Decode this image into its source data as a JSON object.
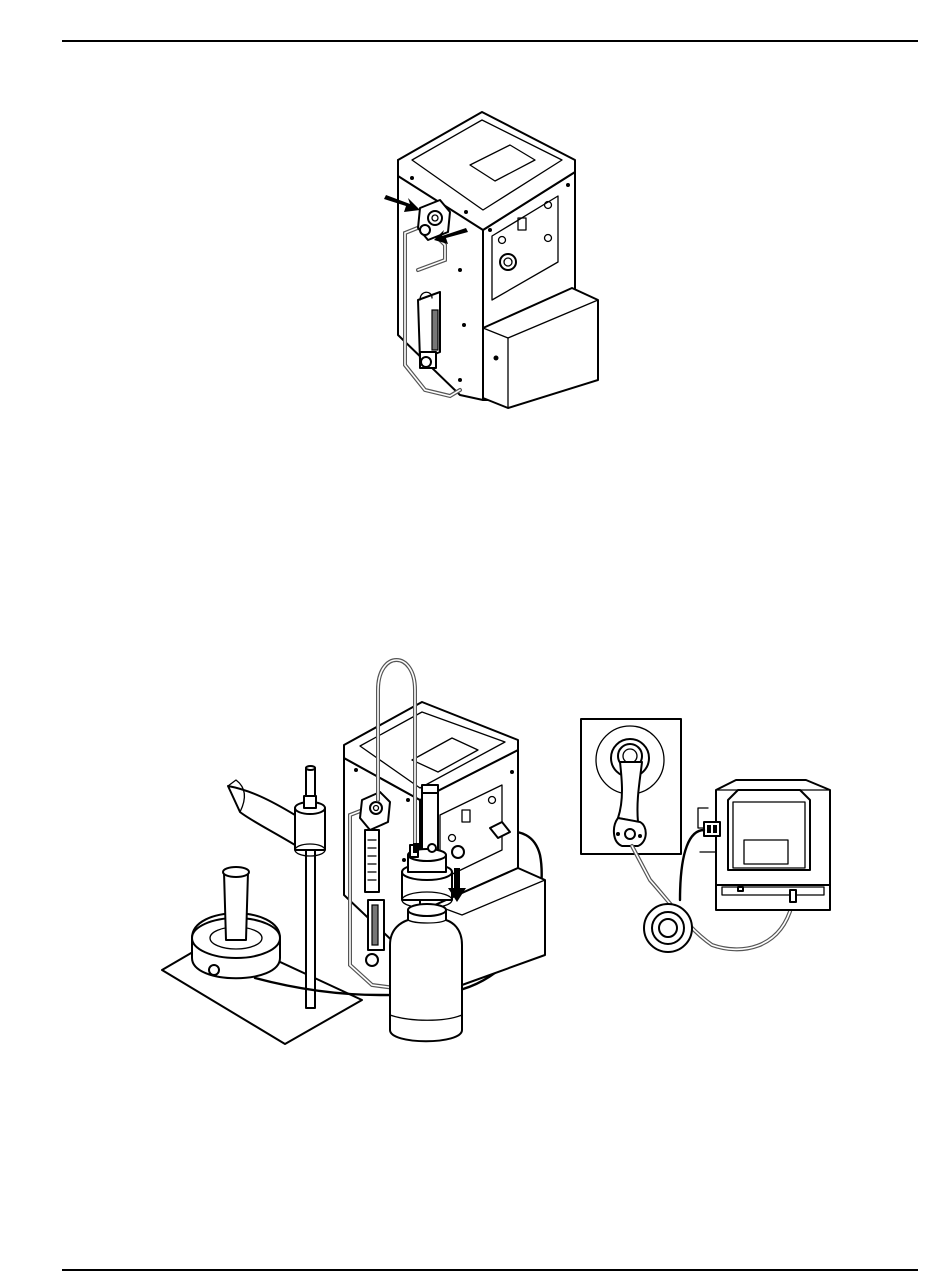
{
  "page": {
    "header_rule": true,
    "footer_rule": true
  },
  "figures": [
    {
      "id": "figure-1",
      "description_icon": "titrator-side-view-pump-arrows",
      "arrow_color": "#000000"
    },
    {
      "id": "figure-2",
      "description_icon": "titrator-setup-with-stirrer-bottle-and-cable",
      "arrow_color": "#000000"
    }
  ],
  "colors": {
    "line": "#000000",
    "tubing": "#555555",
    "background": "#ffffff"
  }
}
